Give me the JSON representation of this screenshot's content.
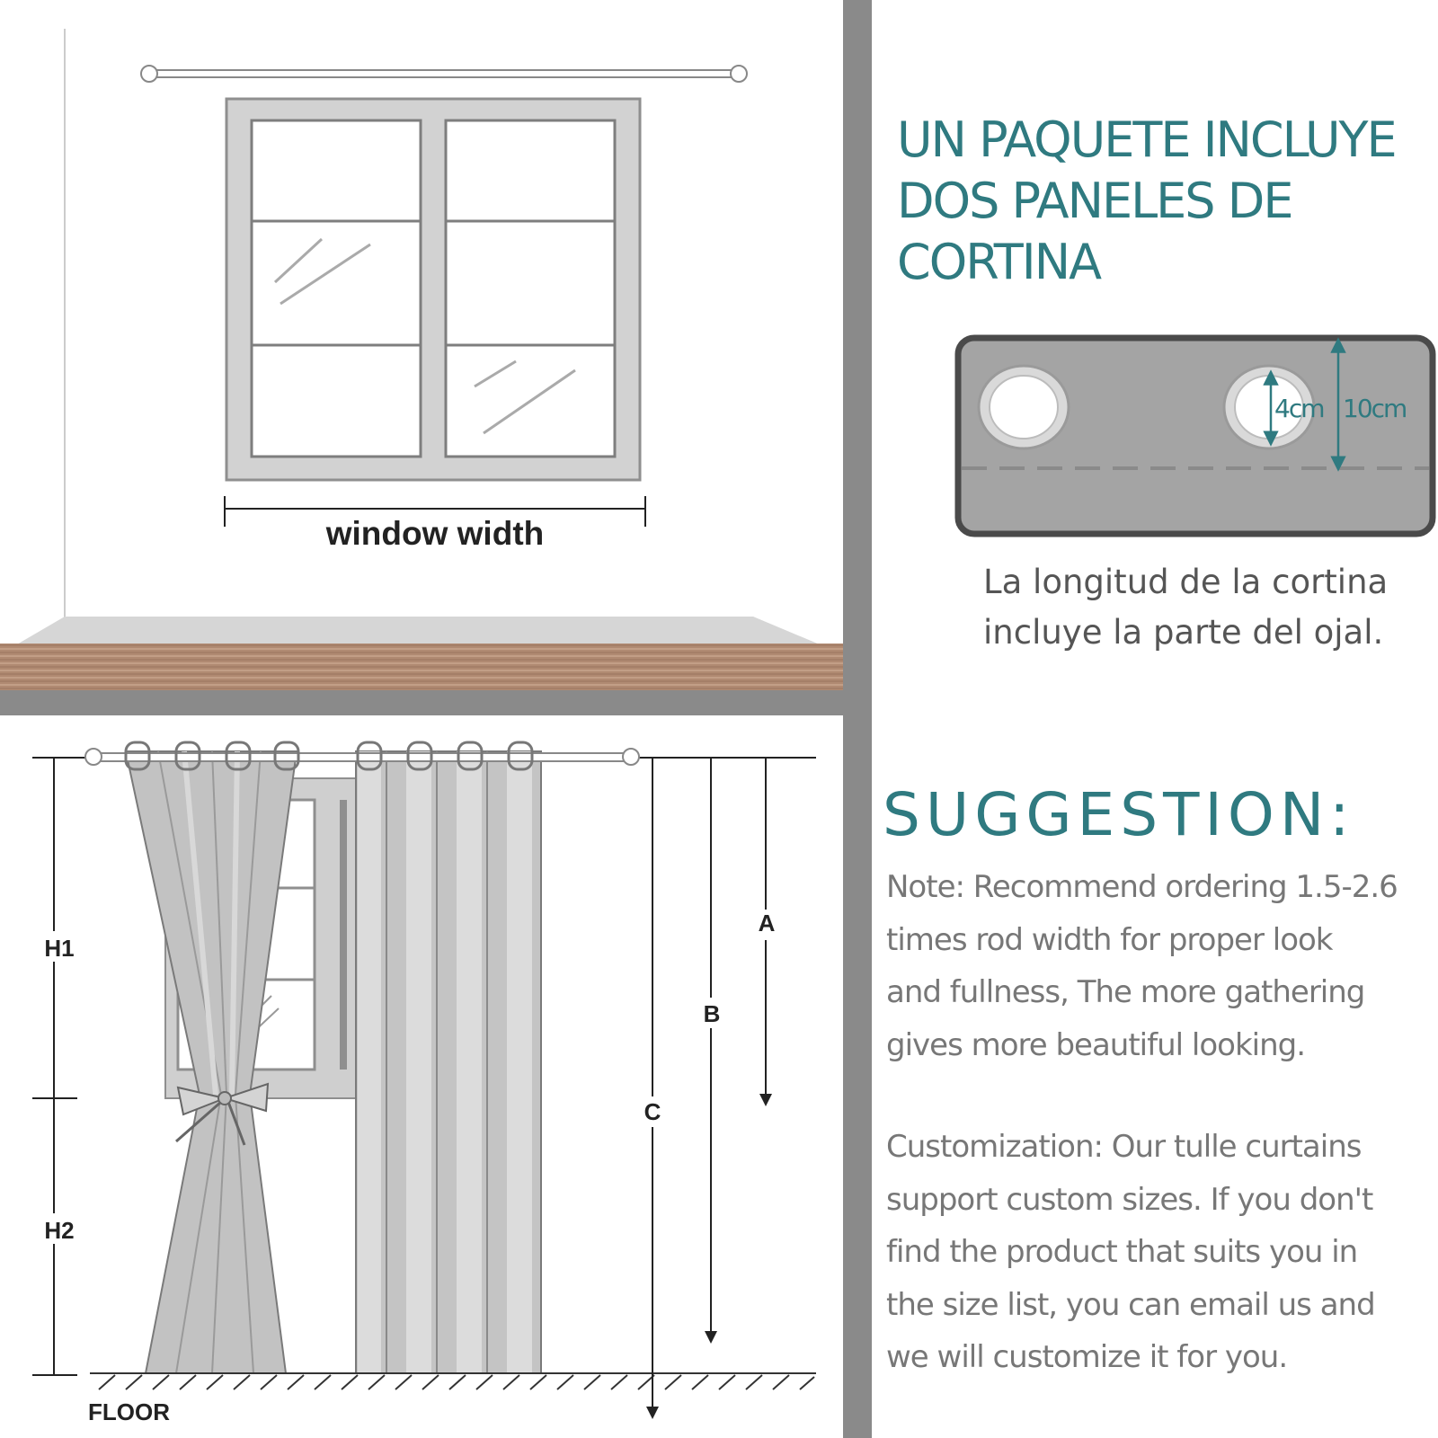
{
  "panel_top_left": {
    "dimension_label": "window width"
  },
  "panel_grommet": {
    "title_lines": [
      "UN PAQUETE INCLUYE",
      "DOS PANELES DE",
      "CORTINA"
    ],
    "inner_dimension": "4cm",
    "outer_dimension": "10cm",
    "caption_lines": [
      "La longitud de la cortina",
      "incluye la parte del ojal."
    ]
  },
  "panel_measure": {
    "labels": {
      "h1": "H1",
      "h2": "H2",
      "a": "A",
      "b": "B",
      "c": "C",
      "floor": "FLOOR"
    }
  },
  "panel_suggestion": {
    "title": "SUGGESTION:",
    "note_lines": [
      "Note: Recommend ordering 1.5-2.6",
      "times rod width for proper look",
      "and fullness, The more gathering",
      "gives more beautiful looking."
    ],
    "custom_lines": [
      "Customization: Our tulle curtains",
      "support custom sizes. If you don't",
      "find the product that suits you in",
      "the size list, you can email us and",
      "we will customize it for you."
    ]
  },
  "colors": {
    "accent_teal": "#2f7a80",
    "divider_gray": "#8a8a8a",
    "wood_brown": "#b08a72"
  }
}
